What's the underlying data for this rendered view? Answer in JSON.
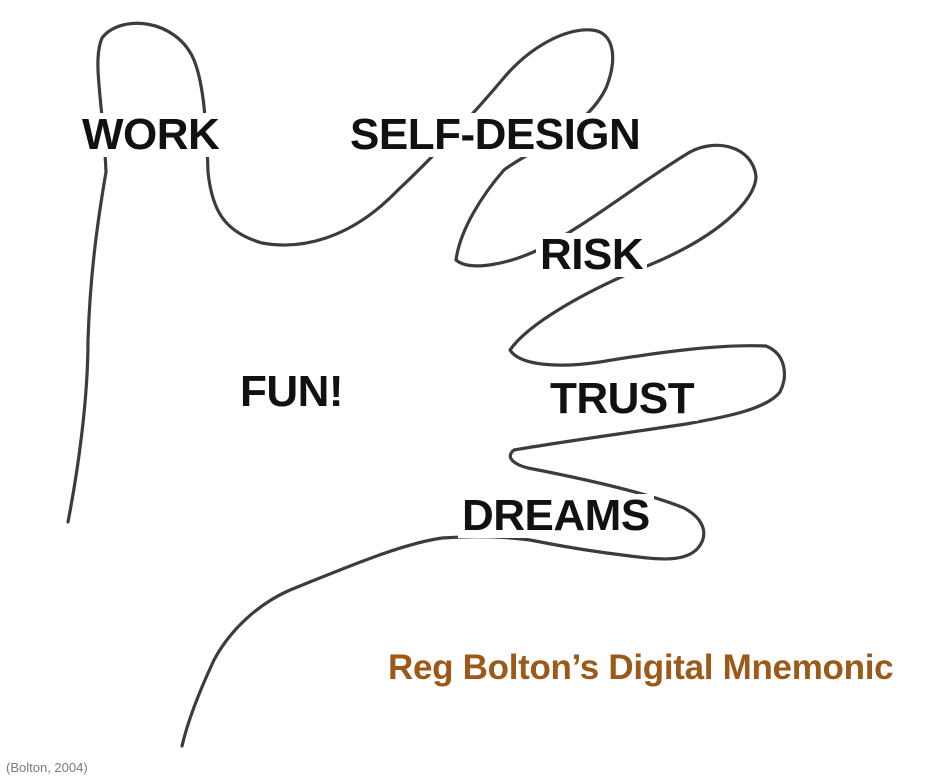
{
  "diagram": {
    "words": {
      "work": "WORK",
      "self_design": "SELF-DESIGN",
      "risk": "RISK",
      "fun": "FUN!",
      "trust": "TRUST",
      "dreams": "DREAMS"
    },
    "caption": "Reg Bolton’s Digital Mnemonic",
    "citation": "(Bolton, 2004)"
  },
  "colors": {
    "caption": "#9b5a1a",
    "outline": "#3c3c3c",
    "text": "#111111"
  }
}
